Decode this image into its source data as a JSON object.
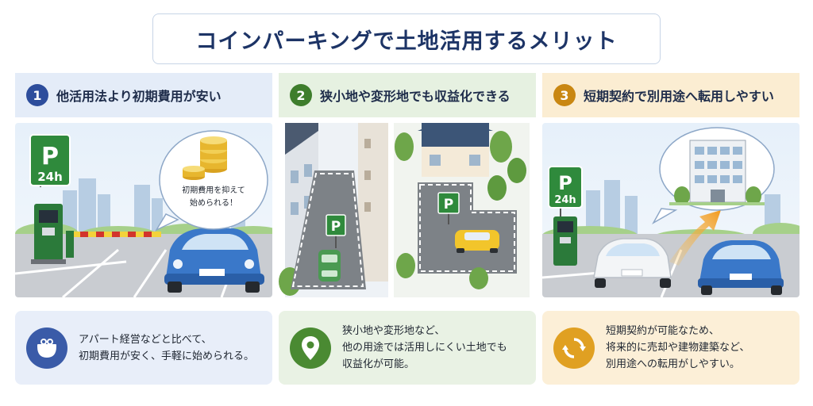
{
  "title": "コインパーキングで土地活用するメリット",
  "colors": {
    "title": "#1d3466",
    "panel1_accent": "#2d4d9c",
    "panel2_accent": "#3e7d2c",
    "panel3_accent": "#c98712",
    "sign_green": "#2f8a3c"
  },
  "panels": [
    {
      "number": "1",
      "heading": "他活用法より初期費用が安い",
      "bubble": [
        "初期費用を抑えて",
        "始められる！"
      ],
      "sign": {
        "letter": "P",
        "hours": "24h"
      },
      "icon": "coin-purse-icon",
      "lines": [
        "アパート経営などと比べて、",
        "初期費用が安く、手軽に始められる。"
      ]
    },
    {
      "number": "2",
      "heading": "狭小地や変形地でも収益化できる",
      "sign": {
        "letter": "P"
      },
      "icon": "map-pin-icon",
      "lines": [
        "狭小地や変形地など、",
        "他の用途では活用しにくい土地でも",
        "収益化が可能。"
      ]
    },
    {
      "number": "3",
      "heading": "短期契約で別用途へ転用しやすい",
      "sign": {
        "letter": "P",
        "hours": "24h"
      },
      "icon": "refresh-cycle-icon",
      "lines": [
        "短期契約が可能なため、",
        "将来的に売却や建物建築など、",
        "別用途への転用がしやすい。"
      ]
    }
  ]
}
